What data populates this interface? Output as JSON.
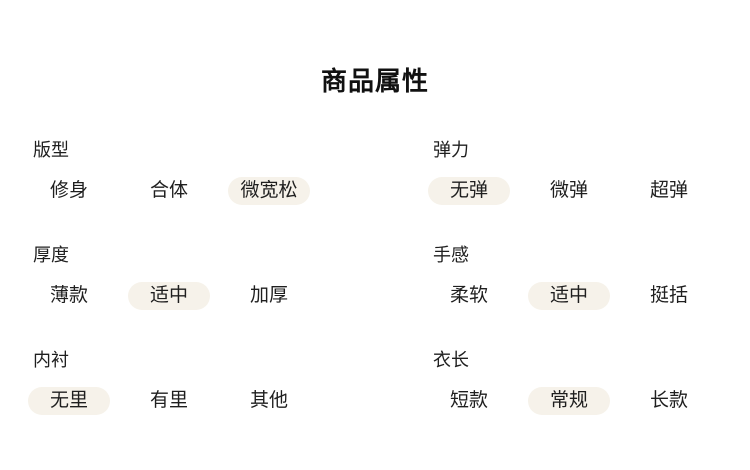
{
  "page_title": "商品属性",
  "colors": {
    "background": "#ffffff",
    "text": "#1f1f1f",
    "pill-bg": "#f6f2ea"
  },
  "groups": [
    {
      "label": "版型",
      "options": [
        {
          "label": "修身",
          "selected": false
        },
        {
          "label": "合体",
          "selected": false
        },
        {
          "label": "微宽松",
          "selected": true
        }
      ]
    },
    {
      "label": "弹力",
      "options": [
        {
          "label": "无弹",
          "selected": true
        },
        {
          "label": "微弹",
          "selected": false
        },
        {
          "label": "超弹",
          "selected": false
        }
      ]
    },
    {
      "label": "厚度",
      "options": [
        {
          "label": "薄款",
          "selected": false
        },
        {
          "label": "适中",
          "selected": true
        },
        {
          "label": "加厚",
          "selected": false
        }
      ]
    },
    {
      "label": "手感",
      "options": [
        {
          "label": "柔软",
          "selected": false
        },
        {
          "label": "适中",
          "selected": true
        },
        {
          "label": "挺括",
          "selected": false
        }
      ]
    },
    {
      "label": "内衬",
      "options": [
        {
          "label": "无里",
          "selected": true
        },
        {
          "label": "有里",
          "selected": false
        },
        {
          "label": "其他",
          "selected": false
        }
      ]
    },
    {
      "label": "衣长",
      "options": [
        {
          "label": "短款",
          "selected": false
        },
        {
          "label": "常规",
          "selected": true
        },
        {
          "label": "长款",
          "selected": false
        }
      ]
    }
  ]
}
